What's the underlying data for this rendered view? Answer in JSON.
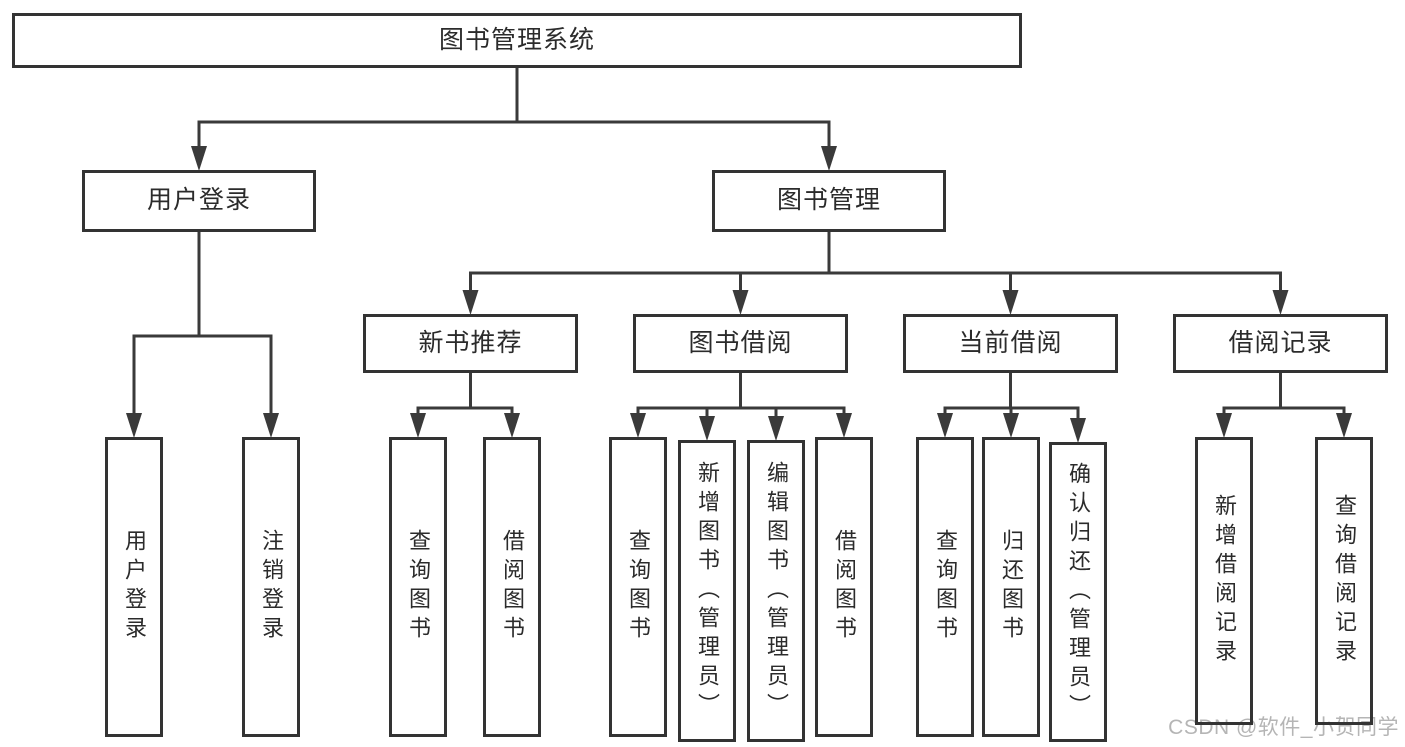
{
  "diagram": {
    "line_color": "#3a3a3a",
    "border_color": "#333333",
    "text_color": "#2b2b2b",
    "tree": {
      "id": "root",
      "label": "图书管理系统",
      "children": [
        {
          "id": "user-login",
          "label": "用户登录",
          "children": [
            {
              "id": "user-login-action",
              "label": "用户登录",
              "vertical": true
            },
            {
              "id": "logout-action",
              "label": "注销登录",
              "vertical": true
            }
          ]
        },
        {
          "id": "book-mgmt",
          "label": "图书管理",
          "children": [
            {
              "id": "new-book-rec",
              "label": "新书推荐",
              "children": [
                {
                  "id": "nbr-query-book",
                  "label": "查询图书",
                  "vertical": true
                },
                {
                  "id": "nbr-borrow-book",
                  "label": "借阅图书",
                  "vertical": true
                }
              ]
            },
            {
              "id": "book-borrow",
              "label": "图书借阅",
              "children": [
                {
                  "id": "bb-query-book",
                  "label": "查询图书",
                  "vertical": true
                },
                {
                  "id": "bb-add-book",
                  "label": "新增图书（管理员）",
                  "vertical": true
                },
                {
                  "id": "bb-edit-book",
                  "label": "编辑图书（管理员）",
                  "vertical": true
                },
                {
                  "id": "bb-borrow-book",
                  "label": "借阅图书",
                  "vertical": true
                }
              ]
            },
            {
              "id": "current-borrow",
              "label": "当前借阅",
              "children": [
                {
                  "id": "cb-query-book",
                  "label": "查询图书",
                  "vertical": true
                },
                {
                  "id": "cb-return-book",
                  "label": "归还图书",
                  "vertical": true
                },
                {
                  "id": "cb-confirm-return",
                  "label": "确认归还（管理员）",
                  "vertical": true
                }
              ]
            },
            {
              "id": "borrow-records",
              "label": "借阅记录",
              "children": [
                {
                  "id": "br-add-record",
                  "label": "新增借阅记录",
                  "vertical": true
                },
                {
                  "id": "br-query-record",
                  "label": "查询借阅记录",
                  "vertical": true
                }
              ]
            }
          ]
        }
      ]
    }
  },
  "watermark": {
    "text": "CSDN @软件_小贺同学",
    "color": "#b5b5b5"
  }
}
